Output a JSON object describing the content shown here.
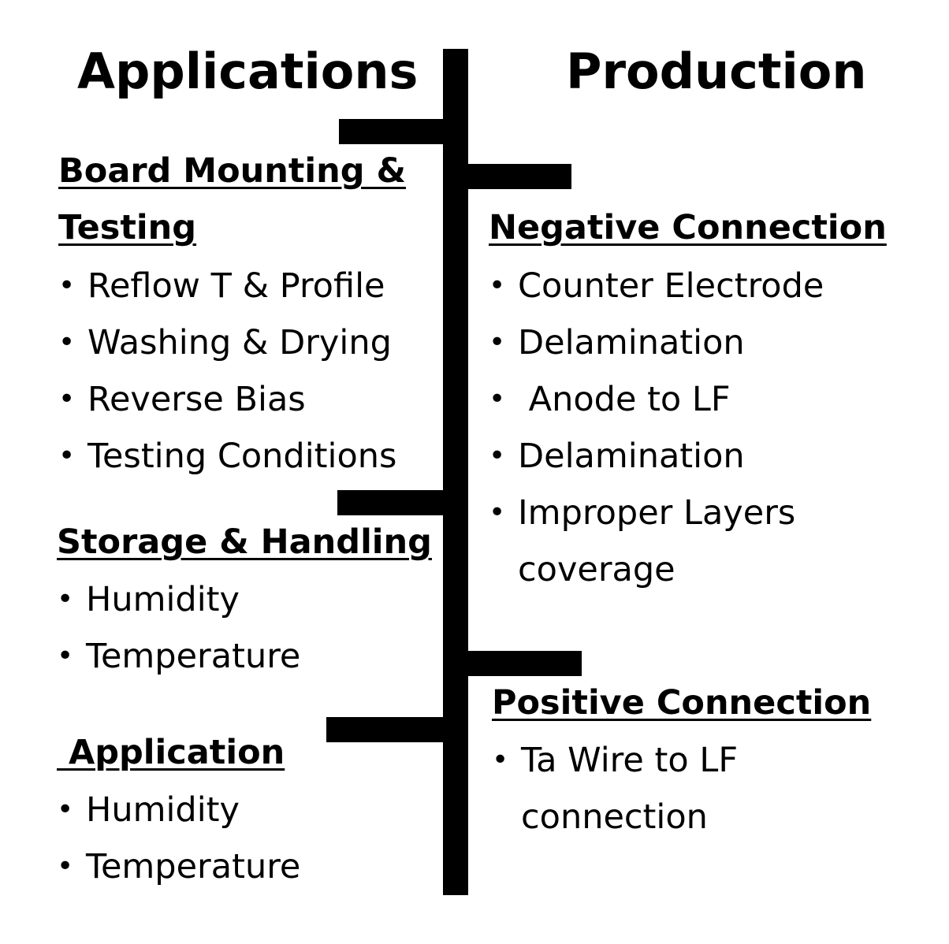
{
  "columns": {
    "left_title": "Applications",
    "right_title": "Production"
  },
  "left": [
    {
      "title_lines": [
        "Board Mounting &",
        "Testing"
      ],
      "items": [
        "Reflow T & Profile",
        "Washing & Drying",
        "Reverse Bias",
        "Testing Conditions"
      ]
    },
    {
      "title_lines": [
        "Storage & Handling"
      ],
      "items": [
        "Humidity",
        "Temperature"
      ]
    },
    {
      "title_lines": [
        " Application"
      ],
      "items": [
        "Humidity",
        "Temperature"
      ]
    }
  ],
  "right": [
    {
      "title_lines": [
        "Negative Connection"
      ],
      "items": [
        "Counter Electrode",
        "Delamination",
        " Anode to LF",
        "Delamination",
        "Improper Layers\ncoverage"
      ]
    },
    {
      "title_lines": [
        "Positive Connection"
      ],
      "items": [
        "Ta Wire to LF\nconnection"
      ]
    }
  ],
  "bullet_glyph": "•"
}
